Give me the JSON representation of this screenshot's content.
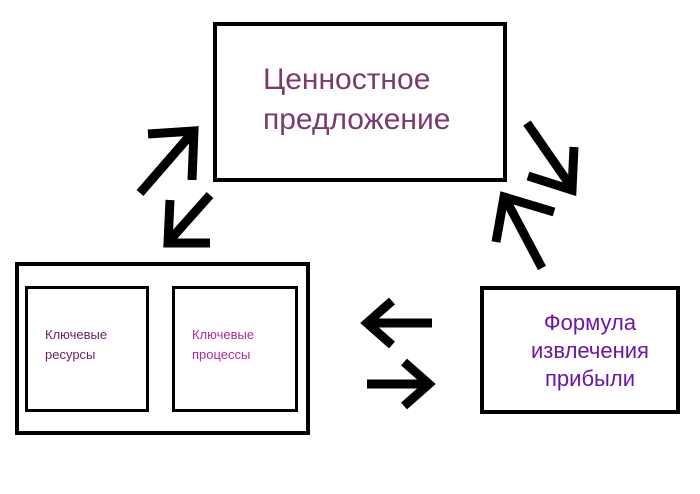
{
  "diagram": {
    "value_proposition": "Ценностное\nпредложение",
    "key_resources": "Ключевые\nресурсы",
    "key_processes": "Ключевые\nпроцессы",
    "profit_formula": "Формула\nизвлечения\nприбыли"
  },
  "colors": {
    "value_proposition_text": "#7a3a6e",
    "resources_text": "#6b1f66",
    "processes_text": "#b02a9e",
    "formula_text": "#6a16a8",
    "border": "#000000"
  }
}
